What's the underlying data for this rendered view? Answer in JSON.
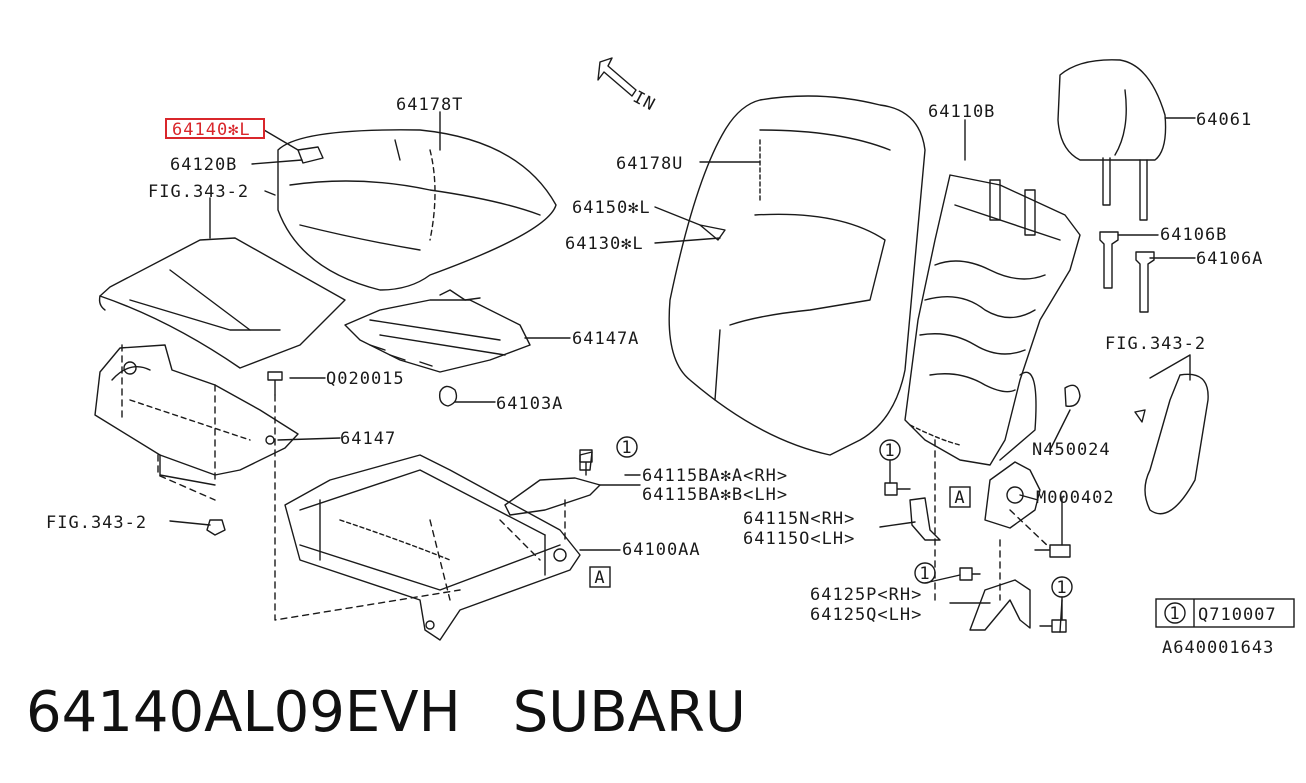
{
  "caption": {
    "part_number": "64140AL09EVH",
    "brand": "SUBARU"
  },
  "diagram": {
    "highlighted_callout": "64140✻L",
    "labels": [
      "64178T",
      "64120B",
      "FIG.343-2",
      "64147A",
      "Q020015",
      "64103A",
      "64147",
      "FIG.343-2",
      "64115BA✻A<RH>",
      "64115BA✻B<LH>",
      "64100AA",
      "64178U",
      "64150✻L",
      "64130✻L",
      "64110B",
      "64061",
      "64106B",
      "64106A",
      "FIG.343-2",
      "N450024",
      "M000402",
      "64115N<RH>",
      "64115O<LH>",
      "64125P<RH>",
      "64125Q<LH>",
      "Q710007",
      "A640001643"
    ],
    "markers": {
      "circle_ref": "1",
      "section_ref": "A",
      "direction": "IN"
    },
    "colors": {
      "highlight": "#d9262b",
      "line": "#1a1a1a"
    }
  }
}
